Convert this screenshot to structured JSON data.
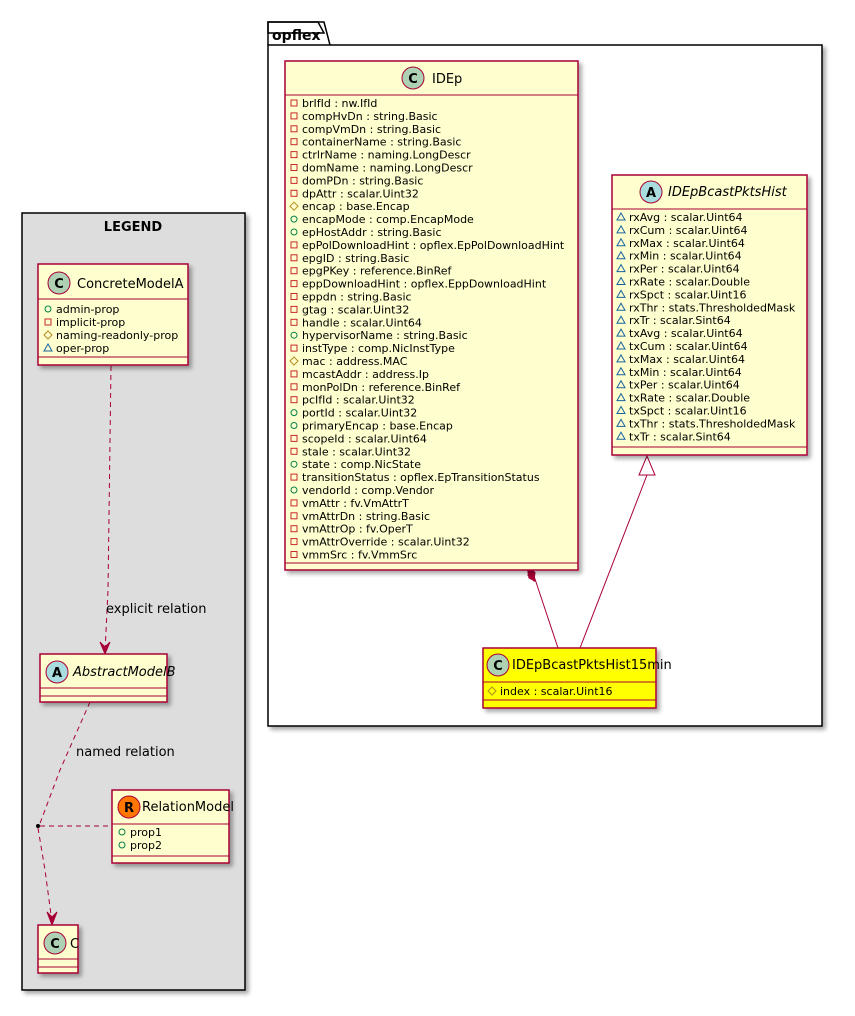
{
  "package": {
    "name": "opflex"
  },
  "legend": {
    "title": "LEGEND",
    "concrete": {
      "name": "ConcreteModelA",
      "stereo": "C",
      "attrs": [
        {
          "vis": "public",
          "text": "admin-prop"
        },
        {
          "vis": "private",
          "text": "implicit-prop"
        },
        {
          "vis": "protected",
          "text": "naming-readonly-prop"
        },
        {
          "vis": "package",
          "text": "oper-prop"
        }
      ]
    },
    "abstract": {
      "name": "AbstractModelB",
      "stereo": "A"
    },
    "relation_model": {
      "name": "RelationModel",
      "stereo": "R",
      "attrs": [
        {
          "vis": "public",
          "text": "prop1"
        },
        {
          "vis": "public",
          "text": "prop2"
        }
      ]
    },
    "c": {
      "name": "C",
      "stereo": "C"
    },
    "explicit_relation": "explicit relation",
    "named_relation": "named relation"
  },
  "classes": {
    "idep": {
      "name": "IDEp",
      "stereo": "C",
      "attrs": [
        {
          "vis": "private",
          "text": "brIfId : nw.IfId"
        },
        {
          "vis": "private",
          "text": "compHvDn : string.Basic"
        },
        {
          "vis": "private",
          "text": "compVmDn : string.Basic"
        },
        {
          "vis": "private",
          "text": "containerName : string.Basic"
        },
        {
          "vis": "private",
          "text": "ctrlrName : naming.LongDescr"
        },
        {
          "vis": "private",
          "text": "domName : naming.LongDescr"
        },
        {
          "vis": "private",
          "text": "domPDn : string.Basic"
        },
        {
          "vis": "private",
          "text": "dpAttr : scalar.Uint32"
        },
        {
          "vis": "protected",
          "text": "encap : base.Encap"
        },
        {
          "vis": "public",
          "text": "encapMode : comp.EncapMode"
        },
        {
          "vis": "public",
          "text": "epHostAddr : string.Basic"
        },
        {
          "vis": "private",
          "text": "epPolDownloadHint : opflex.EpPolDownloadHint"
        },
        {
          "vis": "private",
          "text": "epgID : string.Basic"
        },
        {
          "vis": "private",
          "text": "epgPKey : reference.BinRef"
        },
        {
          "vis": "private",
          "text": "eppDownloadHint : opflex.EppDownloadHint"
        },
        {
          "vis": "private",
          "text": "eppdn : string.Basic"
        },
        {
          "vis": "private",
          "text": "gtag : scalar.Uint32"
        },
        {
          "vis": "private",
          "text": "handle : scalar.Uint64"
        },
        {
          "vis": "public",
          "text": "hypervisorName : string.Basic"
        },
        {
          "vis": "private",
          "text": "instType : comp.NicInstType"
        },
        {
          "vis": "protected",
          "text": "mac : address.MAC"
        },
        {
          "vis": "private",
          "text": "mcastAddr : address.Ip"
        },
        {
          "vis": "private",
          "text": "monPolDn : reference.BinRef"
        },
        {
          "vis": "private",
          "text": "pcIfId : scalar.Uint32"
        },
        {
          "vis": "public",
          "text": "portId : scalar.Uint32"
        },
        {
          "vis": "public",
          "text": "primaryEncap : base.Encap"
        },
        {
          "vis": "private",
          "text": "scopeId : scalar.Uint64"
        },
        {
          "vis": "private",
          "text": "stale : scalar.Uint32"
        },
        {
          "vis": "public",
          "text": "state : comp.NicState"
        },
        {
          "vis": "private",
          "text": "transitionStatus : opflex.EpTransitionStatus"
        },
        {
          "vis": "public",
          "text": "vendorId : comp.Vendor"
        },
        {
          "vis": "private",
          "text": "vmAttr : fv.VmAttrT"
        },
        {
          "vis": "private",
          "text": "vmAttrDn : string.Basic"
        },
        {
          "vis": "private",
          "text": "vmAttrOp : fv.OperT"
        },
        {
          "vis": "private",
          "text": "vmAttrOverride : scalar.Uint32"
        },
        {
          "vis": "private",
          "text": "vmmSrc : fv.VmmSrc"
        }
      ]
    },
    "hist": {
      "name": "IDEpBcastPktsHist",
      "stereo": "A",
      "attrs": [
        {
          "vis": "package",
          "text": "rxAvg : scalar.Uint64"
        },
        {
          "vis": "package",
          "text": "rxCum : scalar.Uint64"
        },
        {
          "vis": "package",
          "text": "rxMax : scalar.Uint64"
        },
        {
          "vis": "package",
          "text": "rxMin : scalar.Uint64"
        },
        {
          "vis": "package",
          "text": "rxPer : scalar.Uint64"
        },
        {
          "vis": "package",
          "text": "rxRate : scalar.Double"
        },
        {
          "vis": "package",
          "text": "rxSpct : scalar.Uint16"
        },
        {
          "vis": "package",
          "text": "rxThr : stats.ThresholdedMask"
        },
        {
          "vis": "package",
          "text": "rxTr : scalar.Sint64"
        },
        {
          "vis": "package",
          "text": "txAvg : scalar.Uint64"
        },
        {
          "vis": "package",
          "text": "txCum : scalar.Uint64"
        },
        {
          "vis": "package",
          "text": "txMax : scalar.Uint64"
        },
        {
          "vis": "package",
          "text": "txMin : scalar.Uint64"
        },
        {
          "vis": "package",
          "text": "txPer : scalar.Uint64"
        },
        {
          "vis": "package",
          "text": "txRate : scalar.Double"
        },
        {
          "vis": "package",
          "text": "txSpct : scalar.Uint16"
        },
        {
          "vis": "package",
          "text": "txThr : stats.ThresholdedMask"
        },
        {
          "vis": "package",
          "text": "txTr : scalar.Sint64"
        }
      ]
    },
    "hist15": {
      "name": "IDEpBcastPktsHist15min",
      "stereo": "C",
      "attrs": [
        {
          "vis": "protected",
          "text": "index : scalar.Uint16"
        }
      ]
    }
  },
  "colors": {
    "class_fill": "#FEFECE",
    "highlight_fill": "#FFFF00",
    "border": "#A80036",
    "legend_bg": "#DDDDDD",
    "circle_c": "#ADD1B2",
    "circle_a": "#A9DCDF",
    "circle_r": "#FF7700"
  }
}
